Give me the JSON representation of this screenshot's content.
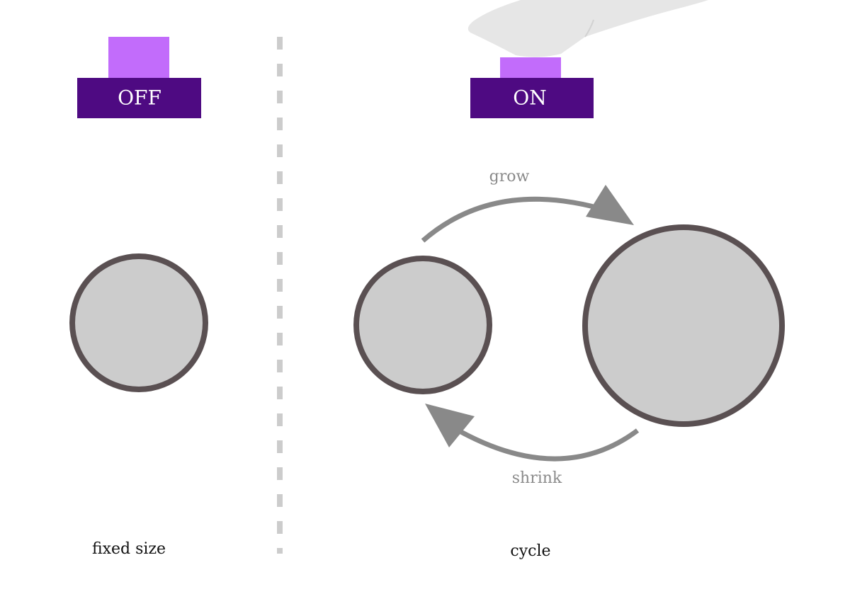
{
  "colors": {
    "button_base": "#4e0a82",
    "button_cap": "#c26cfb",
    "circle_fill": "#cccccc",
    "circle_stroke": "#5a5052",
    "arrow": "#898989",
    "divider": "#cccccc",
    "finger": "#e6e6e6"
  },
  "off_state": {
    "button_label": "OFF",
    "caption": "fixed size"
  },
  "on_state": {
    "button_label": "ON",
    "grow_label": "grow",
    "shrink_label": "shrink",
    "caption": "cycle"
  },
  "icons": {
    "finger": "pressing-finger-icon"
  }
}
